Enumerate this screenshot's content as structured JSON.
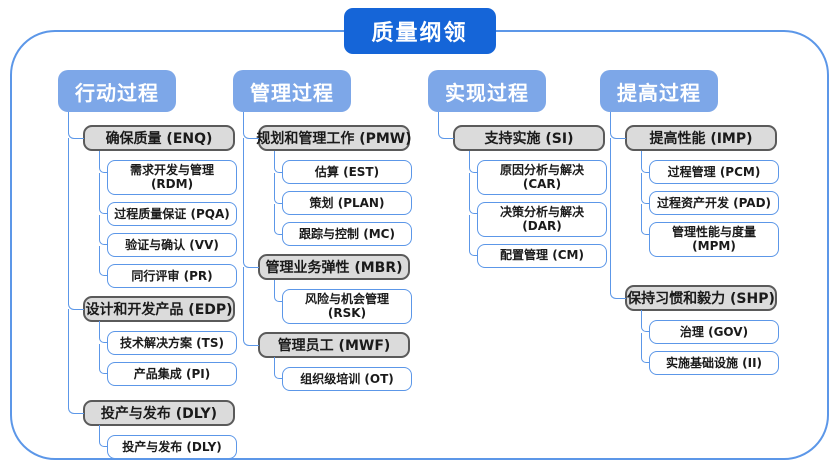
{
  "title": "质量纲领",
  "colors": {
    "title_bg": "#1565D8",
    "header_bg": "#7DA7E8",
    "gray_box_bg": "#DBDBDB",
    "gray_box_border": "#5A5A5A",
    "leaf_box_border": "#5C97E8",
    "connector": "#5C97E8",
    "frame_border": "#5C97E8"
  },
  "columns": [
    {
      "header": "行动过程",
      "groups": [
        {
          "label": "确保质量 (ENQ)",
          "children": [
            "需求开发与管理 (RDM)",
            "过程质量保证 (PQA)",
            "验证与确认 (VV)",
            "同行评审 (PR)"
          ]
        },
        {
          "label": "设计和开发产品 (EDP)",
          "children": [
            "技术解决方案 (TS)",
            "产品集成 (PI)"
          ]
        },
        {
          "label": "投产与发布 (DLY)",
          "children": [
            "投产与发布 (DLY)"
          ]
        }
      ]
    },
    {
      "header": "管理过程",
      "groups": [
        {
          "label": "规划和管理工作 (PMW)",
          "children": [
            "估算 (EST)",
            "策划 (PLAN)",
            "跟踪与控制 (MC)"
          ]
        },
        {
          "label": "管理业务弹性 (MBR)",
          "children": [
            "风险与机会管理 (RSK)"
          ]
        },
        {
          "label": "管理员工 (MWF)",
          "children": [
            "组织级培训 (OT)"
          ]
        }
      ]
    },
    {
      "header": "实现过程",
      "groups": [
        {
          "label": "支持实施 (SI)",
          "children": [
            "原因分析与解决 (CAR)",
            "决策分析与解决 (DAR)",
            "配置管理 (CM)"
          ]
        }
      ]
    },
    {
      "header": "提高过程",
      "groups": [
        {
          "label": "提高性能 (IMP)",
          "children": [
            "过程管理 (PCM)",
            "过程资产开发 (PAD)",
            "管理性能与度量 (MPM)"
          ]
        },
        {
          "label": "保持习惯和毅力 (SHP)",
          "children": [
            "治理 (GOV)",
            "实施基础设施 (II)"
          ]
        }
      ]
    }
  ]
}
